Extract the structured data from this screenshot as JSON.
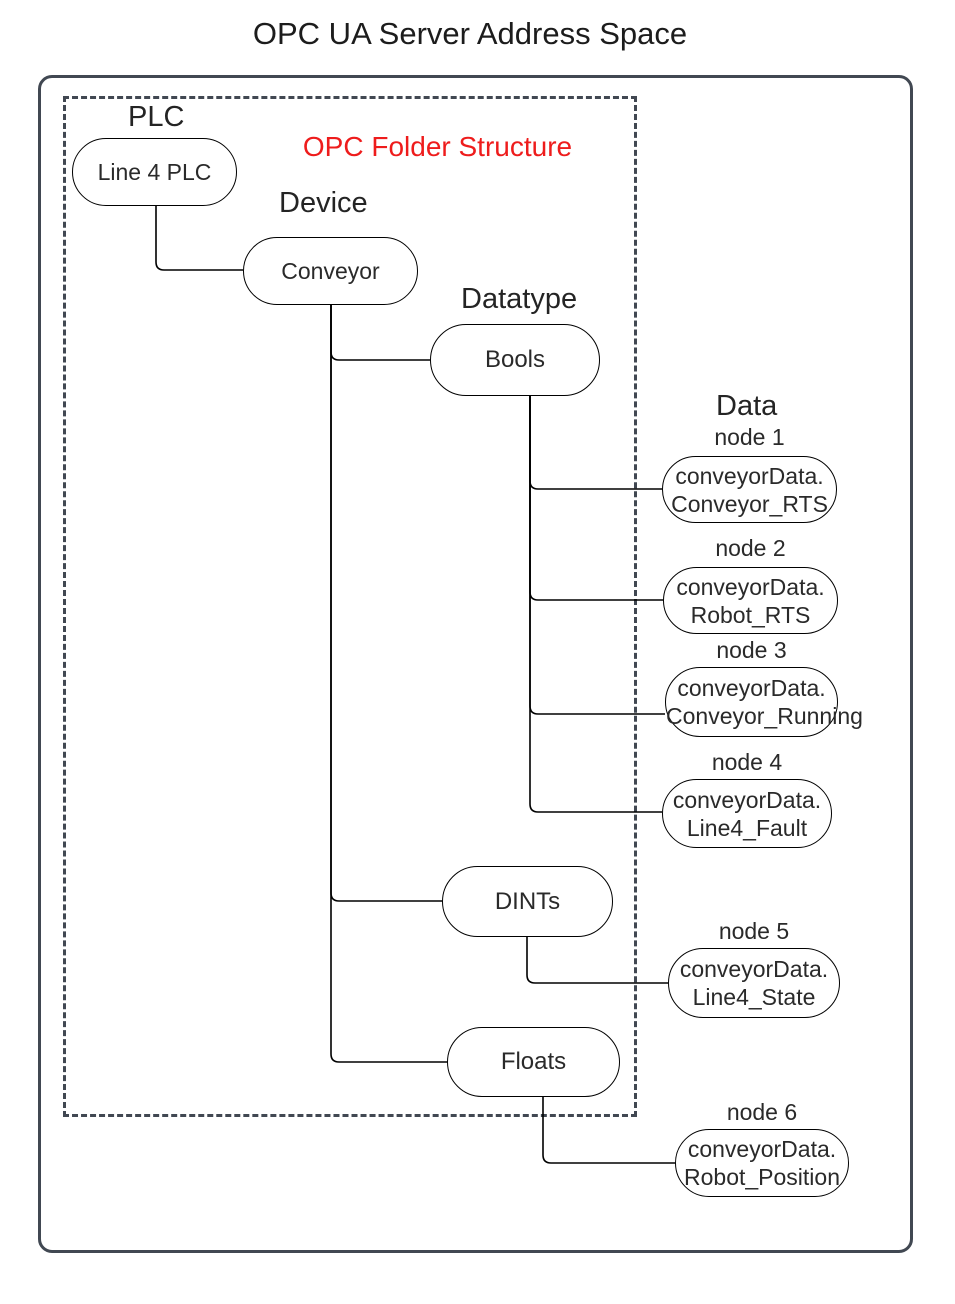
{
  "title": "OPC UA Server Address Space",
  "annotation": "OPC Folder Structure",
  "headings": {
    "plc": "PLC",
    "device": "Device",
    "datatype": "Datatype",
    "data": "Data"
  },
  "tree": {
    "plc": "Line 4 PLC",
    "device": "Conveyor",
    "datatypes": [
      "Bools",
      "DINTs",
      "Floats"
    ],
    "data_nodes": [
      {
        "tag": "node 1",
        "line1": "conveyorData.",
        "line2": "Conveyor_RTS",
        "parent": "Bools"
      },
      {
        "tag": "node 2",
        "line1": "conveyorData.",
        "line2": "Robot_RTS",
        "parent": "Bools"
      },
      {
        "tag": "node 3",
        "line1": "conveyorData.",
        "line2": "Conveyor_Running",
        "parent": "Bools"
      },
      {
        "tag": "node 4",
        "line1": "conveyorData.",
        "line2": "Line4_Fault",
        "parent": "Bools"
      },
      {
        "tag": "node 5",
        "line1": "conveyorData.",
        "line2": "Line4_State",
        "parent": "DINTs"
      },
      {
        "tag": "node 6",
        "line1": "conveyorData.",
        "line2": "Robot_Position",
        "parent": "Floats"
      }
    ]
  },
  "colors": {
    "annotation_red": "#EE1C1C",
    "frame_stroke": "#414852",
    "shape_stroke": "#000000",
    "text": "#222222"
  }
}
